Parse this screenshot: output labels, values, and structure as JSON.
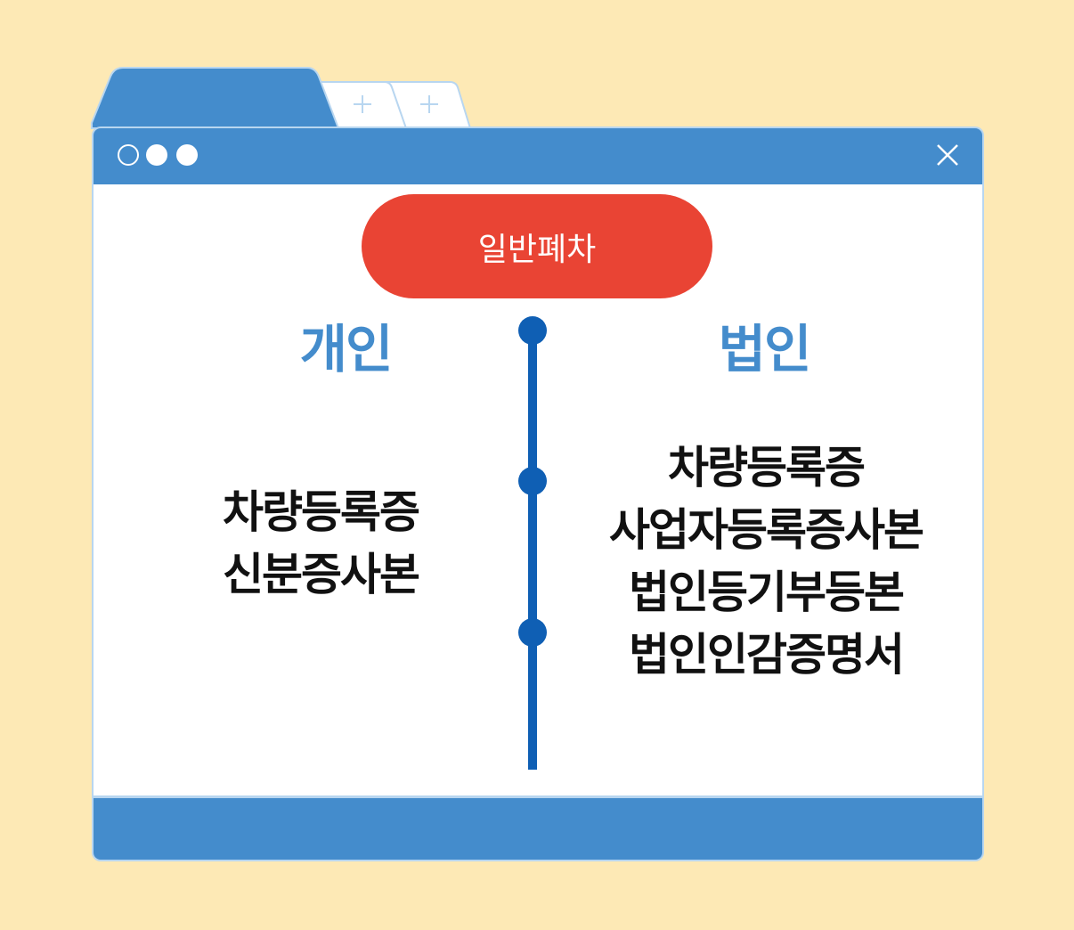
{
  "window": {
    "tab_icons": [
      "plus-icon",
      "plus-icon"
    ],
    "controls": [
      "circle-outline-icon",
      "circle-filled-icon",
      "circle-filled-icon"
    ],
    "close_icon": "close-icon"
  },
  "pill": {
    "label": "일반폐차"
  },
  "columns": {
    "left": {
      "heading": "개인",
      "items": [
        "차량등록증",
        "신분증사본"
      ]
    },
    "right": {
      "heading": "법인",
      "items": [
        "차량등록증",
        "사업자등록증사본",
        "법인등기부등본",
        "법인인감증명서"
      ]
    }
  },
  "colors": {
    "background": "#fde9b5",
    "window_blue": "#448ccc",
    "window_border": "#b8d6f0",
    "pill_red": "#e94434",
    "timeline_blue": "#0f5fb4",
    "heading_blue": "#448ccc",
    "text_dark": "#111111"
  }
}
